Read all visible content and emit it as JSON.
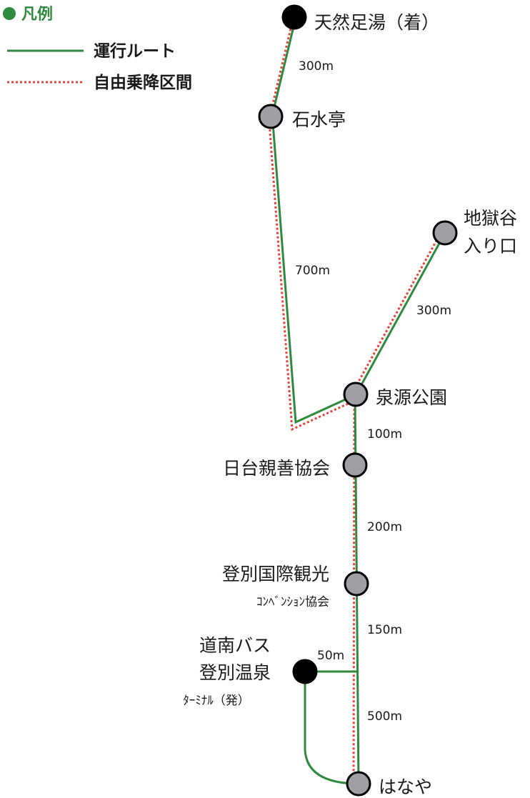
{
  "legend": {
    "title": "凡例",
    "route_label": "運行ルート",
    "free_label": "自由乗降区間"
  },
  "colors": {
    "route": "#2e8b3e",
    "free": "#e8423c",
    "stop": "#a0a0a4",
    "terminal": "#000000",
    "legend_title": "#2e8b3e"
  },
  "stops": {
    "tennen": "天然足湯（着）",
    "sekisui": "石水亭",
    "jigoku_1": "地獄谷",
    "jigoku_2": "入り口",
    "sengen": "泉源公園",
    "nichitai": "日台親善協会",
    "kokusai_1": "登別国際観光",
    "kokusai_2": "ｺﾝﾍﾞﾝｼｮﾝ協会",
    "terminal_1": "道南バス",
    "terminal_2": "登別温泉",
    "terminal_3": "ﾀｰﾐﾅﾙ（発）",
    "hanaya": "はなや"
  },
  "distances": {
    "tennen_sekisui": "300m",
    "sekisui_sengen": "700m",
    "sengen_jigoku": "300m",
    "sengen_nichitai": "100m",
    "nichitai_kokusai": "200m",
    "kokusai_junction": "150m",
    "terminal_junction": "50m",
    "junction_hanaya": "500m"
  }
}
